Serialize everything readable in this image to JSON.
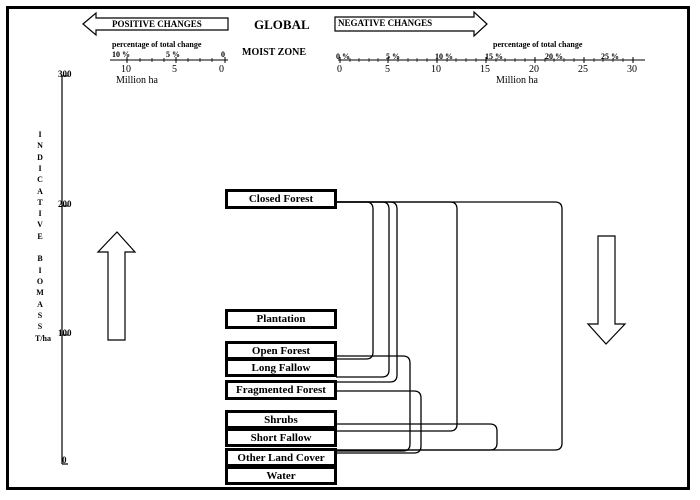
{
  "header": {
    "positive_label": "POSITIVE CHANGES",
    "global_label": "GLOBAL",
    "negative_label": "NEGATIVE CHANGES",
    "zone_label": "MOIST ZONE"
  },
  "top_axes": {
    "left": {
      "title": "percentage of total change",
      "pct_ticks": [
        "10 %",
        "5 %",
        "0"
      ],
      "mha_ticks": [
        "10",
        "5",
        "0"
      ],
      "unit": "Million ha"
    },
    "right": {
      "title": "percentage of total change",
      "pct_ticks": [
        "0 %",
        "5 %",
        "10 %",
        "15 %",
        "20 %",
        "25 %"
      ],
      "mha_ticks": [
        "0",
        "5",
        "10",
        "15",
        "20",
        "25",
        "30"
      ],
      "unit": "Million ha"
    }
  },
  "biomass_axis": {
    "letters": [
      "I",
      "N",
      "D",
      "I",
      "C",
      "A",
      "T",
      "I",
      "V",
      "E",
      "",
      "B",
      "I",
      "O",
      "M",
      "A",
      "S",
      "S"
    ],
    "unit": "T/ha",
    "ticks": [
      {
        "label": "300",
        "value": 300
      },
      {
        "label": "200",
        "value": 200
      },
      {
        "label": "100",
        "value": 100
      },
      {
        "label": "0",
        "value": 0
      }
    ]
  },
  "categories": [
    {
      "id": "closed-forest",
      "label": "Closed Forest"
    },
    {
      "id": "plantation",
      "label": "Plantation"
    },
    {
      "id": "open-forest",
      "label": "Open Forest"
    },
    {
      "id": "long-fallow",
      "label": "Long Fallow"
    },
    {
      "id": "fragmented-forest",
      "label": "Fragmented Forest"
    },
    {
      "id": "shrubs",
      "label": "Shrubs"
    },
    {
      "id": "short-fallow",
      "label": "Short Fallow"
    },
    {
      "id": "other-land-cover",
      "label": "Other Land Cover"
    },
    {
      "id": "water",
      "label": "Water"
    }
  ]
}
